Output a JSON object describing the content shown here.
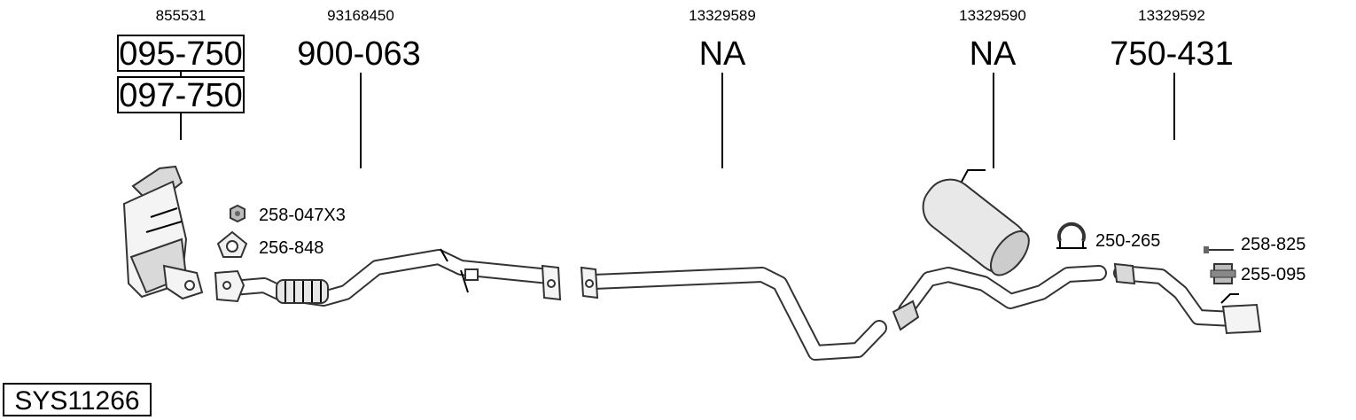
{
  "system_code": "SYS11266",
  "parts": [
    {
      "oe": "855531",
      "codes": [
        "095-750",
        "097-750"
      ]
    },
    {
      "oe": "93168450",
      "code": "900-063"
    },
    {
      "oe": "13329589",
      "code": "NA"
    },
    {
      "oe": "13329590",
      "code": "NA"
    },
    {
      "oe": "13329592",
      "code": "750-431"
    }
  ],
  "accessories": [
    {
      "code": "258-047X3",
      "icon": "nut-icon"
    },
    {
      "code": "256-848",
      "icon": "gasket-icon"
    },
    {
      "code": "250-265",
      "icon": "clamp-icon"
    },
    {
      "code": "258-825",
      "icon": "bolt-icon"
    },
    {
      "code": "255-095",
      "icon": "rubber-mount-icon"
    }
  ]
}
